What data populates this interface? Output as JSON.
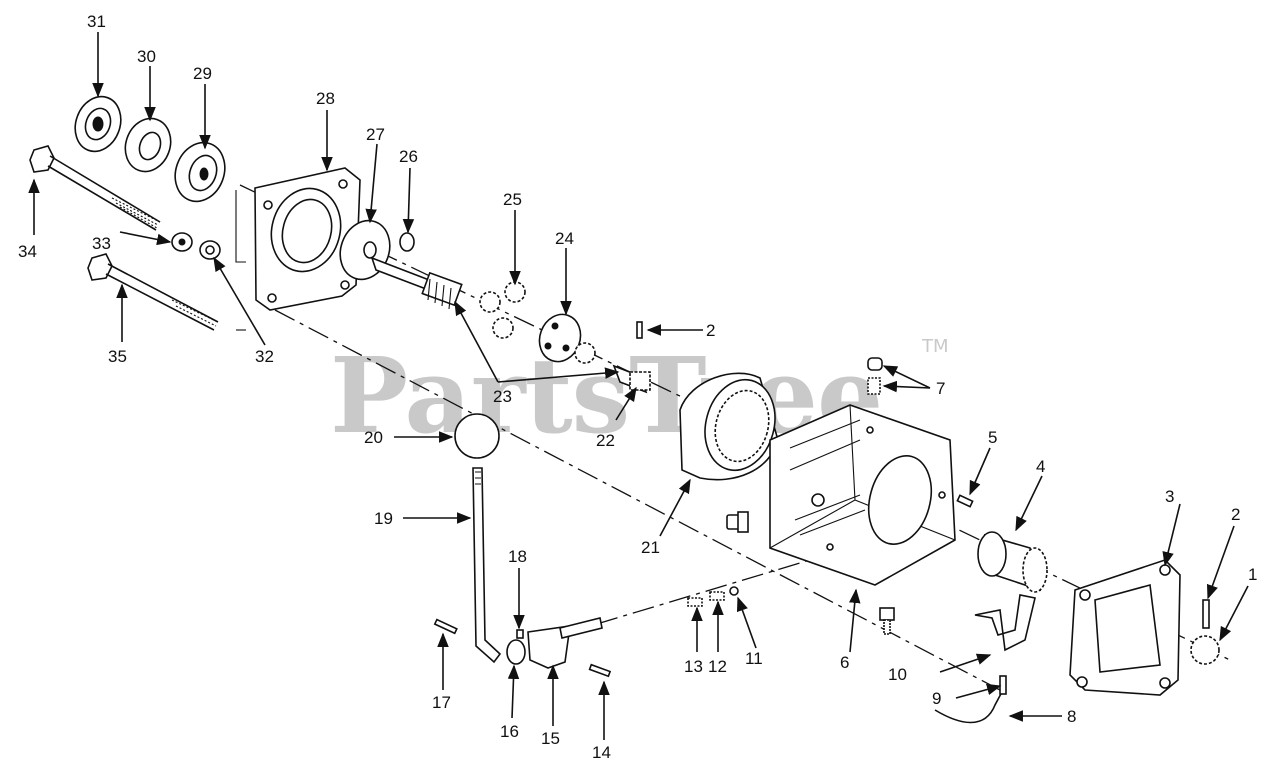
{
  "watermark": {
    "text": "PartsTree",
    "mark": "TM"
  },
  "labels": [
    {
      "id": "1",
      "text": "1"
    },
    {
      "id": "2a",
      "text": "2"
    },
    {
      "id": "2b",
      "text": "2"
    },
    {
      "id": "3",
      "text": "3"
    },
    {
      "id": "4",
      "text": "4"
    },
    {
      "id": "5",
      "text": "5"
    },
    {
      "id": "6",
      "text": "6"
    },
    {
      "id": "7",
      "text": "7"
    },
    {
      "id": "8",
      "text": "8"
    },
    {
      "id": "9",
      "text": "9"
    },
    {
      "id": "10",
      "text": "10"
    },
    {
      "id": "11",
      "text": "11"
    },
    {
      "id": "12",
      "text": "12"
    },
    {
      "id": "13",
      "text": "13"
    },
    {
      "id": "14",
      "text": "14"
    },
    {
      "id": "15",
      "text": "15"
    },
    {
      "id": "16",
      "text": "16"
    },
    {
      "id": "17",
      "text": "17"
    },
    {
      "id": "18",
      "text": "18"
    },
    {
      "id": "19",
      "text": "19"
    },
    {
      "id": "20",
      "text": "20"
    },
    {
      "id": "21",
      "text": "21"
    },
    {
      "id": "22",
      "text": "22"
    },
    {
      "id": "23",
      "text": "23"
    },
    {
      "id": "24",
      "text": "24"
    },
    {
      "id": "25",
      "text": "25"
    },
    {
      "id": "26",
      "text": "26"
    },
    {
      "id": "27",
      "text": "27"
    },
    {
      "id": "28",
      "text": "28"
    },
    {
      "id": "29",
      "text": "29"
    },
    {
      "id": "30",
      "text": "30"
    },
    {
      "id": "31",
      "text": "31"
    },
    {
      "id": "32",
      "text": "32"
    },
    {
      "id": "33",
      "text": "33"
    },
    {
      "id": "34",
      "text": "34"
    },
    {
      "id": "35",
      "text": "35"
    }
  ]
}
